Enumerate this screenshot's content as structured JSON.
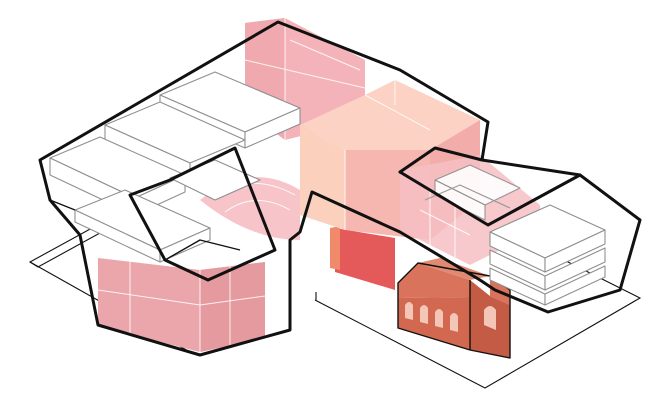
{
  "colors": {
    "background": "#ffffff",
    "outline": "#111111",
    "pink_volume": "#f4b3b8",
    "peach_volume": "#fbd2c3",
    "rose_volume": "#eaa6ab",
    "red_volume": "#e45a5a",
    "church_brick": "#d9735c",
    "fan_pink": "#f7c4c9",
    "box_stroke": "#9a9a9a"
  },
  "elements": {
    "ground_plane": "ground-plane-outline",
    "pink_tower": "pink-tower-volume",
    "peach_core": "peach-core-volume",
    "red_base": "red-base-volume",
    "church": "church-building",
    "left_wing_boxes": "stacked-room-boxes",
    "right_wing_boxes": "stacked-room-boxes"
  }
}
